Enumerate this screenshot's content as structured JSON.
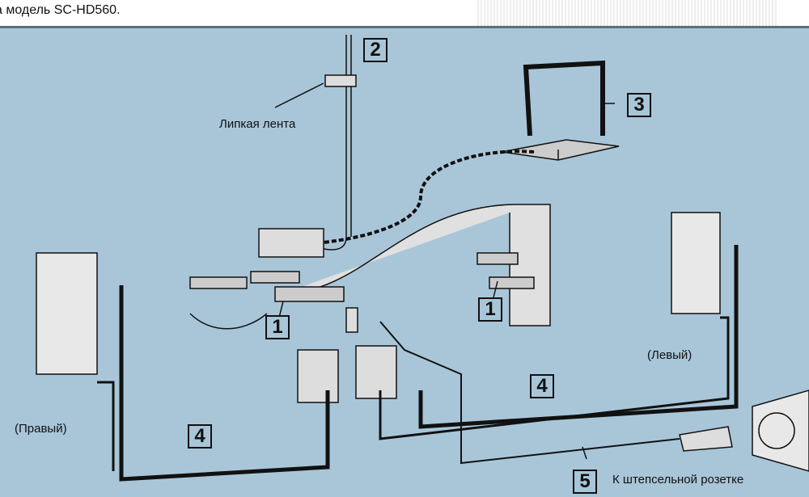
{
  "caption": "а модель SC-HD560.",
  "labels": {
    "tape": "Липкая лента",
    "left": "(Левый)",
    "right": "(Правый)",
    "outlet": "К штепсельной розетке"
  },
  "callouts": {
    "ribbon_left": "1",
    "ribbon_right": "1",
    "fm_antenna": "2",
    "am_antenna": "3",
    "speaker_cable_left": "4",
    "speaker_cable_right": "4",
    "power_cord": "5"
  },
  "colors": {
    "background": "#a9c6d9",
    "ink": "#111111"
  }
}
